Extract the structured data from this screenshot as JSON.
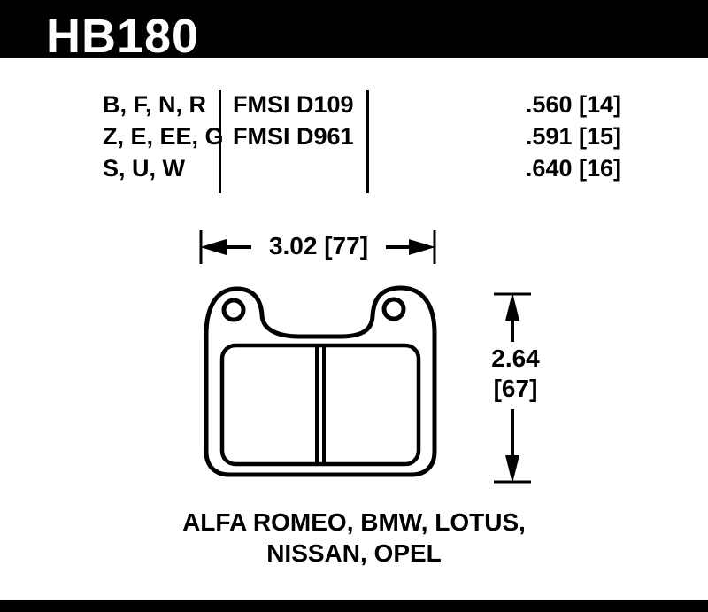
{
  "header": {
    "part_number": "HB180"
  },
  "spec_table": {
    "rows": [
      {
        "compounds": "B, F, N, R",
        "fmsi": "FMSI D109",
        "thickness": ".560 [14]"
      },
      {
        "compounds": "Z, E, EE, G",
        "fmsi": "FMSI D961",
        "thickness": ".591 [15]"
      },
      {
        "compounds": "S, U, W",
        "fmsi": "",
        "thickness": ".640 [16]"
      }
    ]
  },
  "dimensions": {
    "width": "3.02 [77]",
    "height": {
      "line1": "2.64",
      "line2": "[67]"
    }
  },
  "applications": {
    "line1": "ALFA ROMEO, BMW, LOTUS,",
    "line2": "NISSAN, OPEL"
  },
  "colors": {
    "bar": "#000000",
    "line": "#000000",
    "background": "#ffffff",
    "header_text": "#ffffff"
  }
}
